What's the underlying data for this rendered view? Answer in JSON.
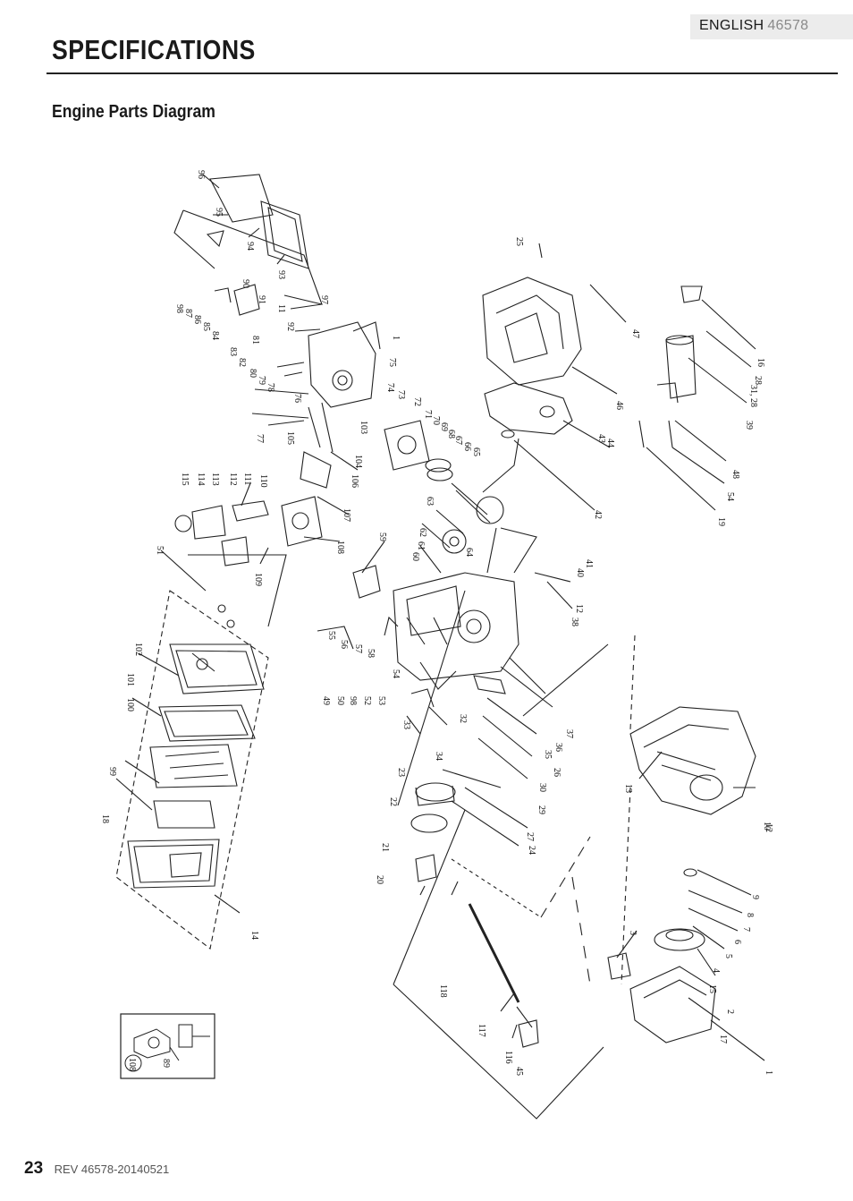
{
  "header": {
    "language": "ENGLISH",
    "model": "46578"
  },
  "page": {
    "title": "SPECIFICATIONS",
    "section_title": "Engine Parts Diagram"
  },
  "diagram": {
    "part_labels": [
      "96",
      "95",
      "94",
      "93",
      "98",
      "87",
      "86",
      "85",
      "84",
      "90",
      "91",
      "11",
      "97",
      "83",
      "82",
      "81",
      "92",
      "1",
      "80",
      "79",
      "78",
      "76",
      "75",
      "74",
      "73",
      "72",
      "71",
      "70",
      "69",
      "68",
      "67",
      "66",
      "65",
      "77",
      "105",
      "103",
      "104",
      "106",
      "107",
      "108",
      "109",
      "110",
      "111",
      "112",
      "113",
      "114",
      "115",
      "51",
      "59",
      "60",
      "61",
      "62",
      "63",
      "64",
      "25",
      "47",
      "46",
      "43",
      "44",
      "42",
      "41",
      "40",
      "16",
      "28",
      "31, 28",
      "39",
      "48",
      "54",
      "19",
      "38",
      "12",
      "55",
      "56",
      "57",
      "58",
      "49",
      "50",
      "98",
      "52",
      "53",
      "54",
      "33",
      "34",
      "32",
      "35",
      "36",
      "37",
      "26",
      "30",
      "29",
      "27",
      "24",
      "23",
      "22",
      "21",
      "20",
      "118",
      "117",
      "116",
      "45",
      "102",
      "101",
      "100",
      "99",
      "18",
      "14",
      "13",
      "12",
      "10",
      "9",
      "8",
      "7",
      "6",
      "5",
      "4",
      "15",
      "3",
      "2",
      "17",
      "1"
    ],
    "inset_labels": [
      "108",
      "89"
    ]
  },
  "footer": {
    "page_number": "23",
    "revision": "REV 46578-20140521"
  }
}
